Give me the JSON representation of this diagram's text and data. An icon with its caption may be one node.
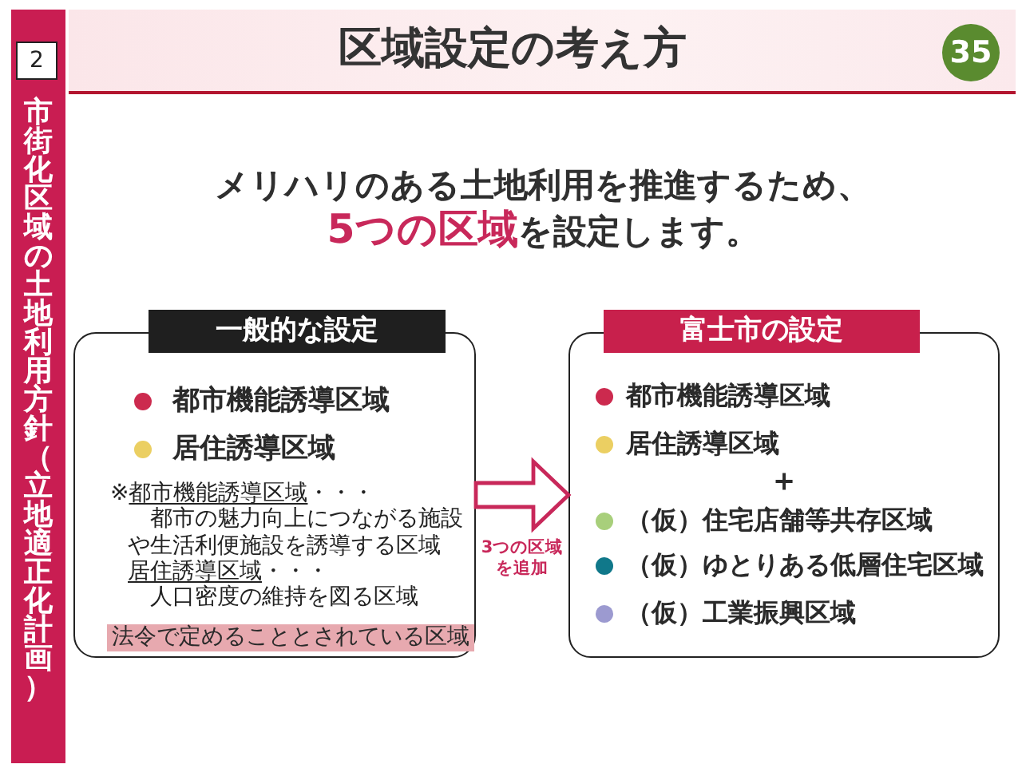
{
  "diagram": {
    "title": "区域設定の考え方",
    "nodes": [
      {
        "text": [
          "市街化区域の土地利用方針（立地適正化計画）"
        ]
      },
      {
        "text": [
          "2"
        ],
        "in": 0
      },
      {
        "text": [
          "35"
        ]
      },
      {
        "text": [
          "一般的な設定",
          "都市機能誘導区域",
          "居住誘導区域",
          "※*都市機能誘導区域*・・・",
          "都市の魅力向上につながる施設や生活利便施設を誘導する区域",
          "*居住誘導区域*・・・",
          "人口密度の維持を図る区域"
        ]
      },
      {
        "text": [
          "法令で定めることとされている区域"
        ],
        "in": 3
      },
      {
        "text": [
          "富士市の設定",
          "都市機能誘導区域",
          "居住誘導区域",
          "＋",
          "（仮）住宅店舗等共存区域",
          "（仮）ゆとりある低層住宅区域",
          "（仮）工業振興区域"
        ]
      }
    ],
    "edges": [
      {
        "from": 3,
        "to": 5,
        "arrow": "to",
        "label": "3つの区域を追加",
        "style": "thick"
      }
    ],
    "labels": [
      "メリハリのある土地利用を推進するため、**5つの区域**を設定します。"
    ]
  }
}
